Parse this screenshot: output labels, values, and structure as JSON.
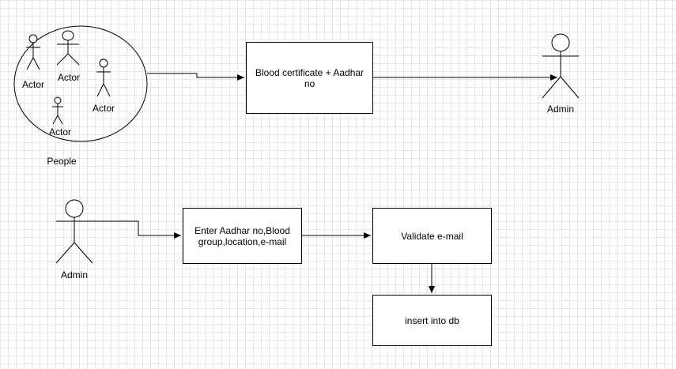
{
  "group": {
    "label": "People"
  },
  "actors": [
    {
      "label": "Actor"
    },
    {
      "label": "Actor"
    },
    {
      "label": "Actor"
    },
    {
      "label": "Actor"
    }
  ],
  "admins": [
    {
      "label": "Admin"
    },
    {
      "label": "Admin"
    }
  ],
  "boxes": {
    "blood_certificate": "Blood certificate + Aadhar no",
    "enter_details": "Enter Aadhar no,Blood group,location,e-mail",
    "validate_email": "Validate e-mail",
    "insert_db": "insert into db"
  }
}
